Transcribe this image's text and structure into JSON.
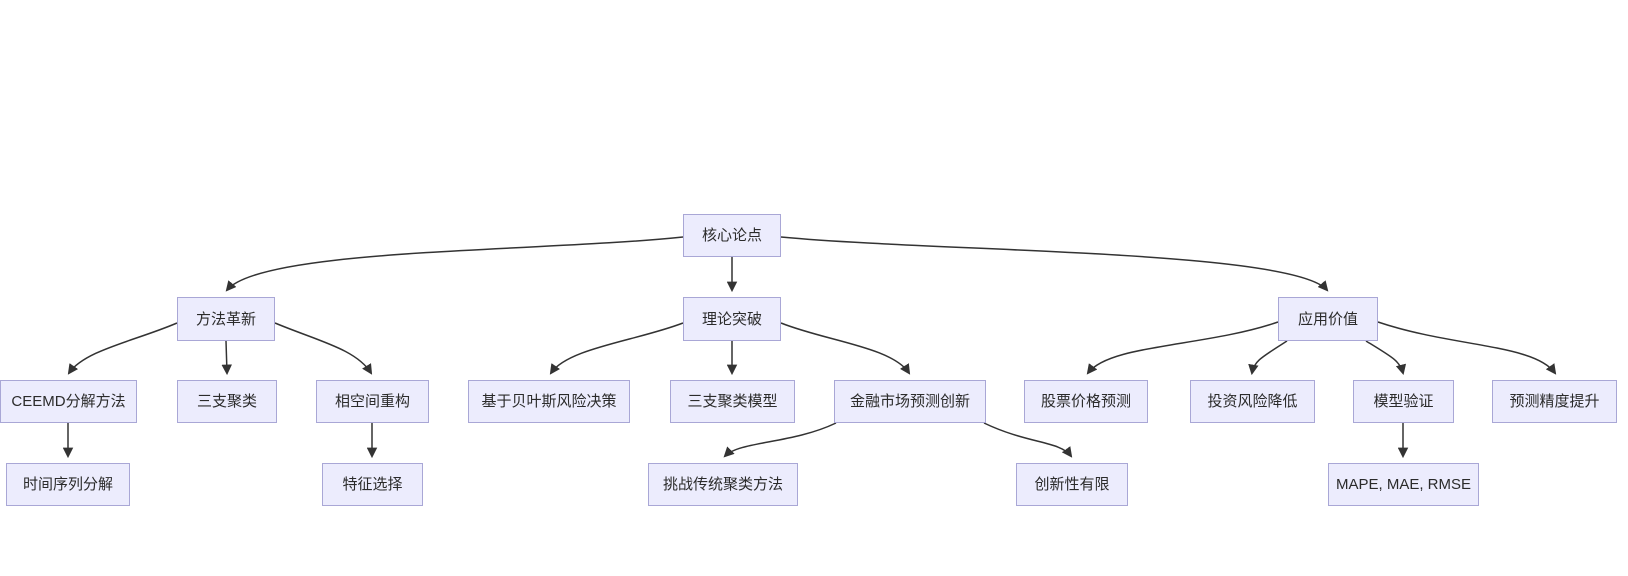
{
  "diagram": {
    "type": "flowchart",
    "direction": "top-down",
    "colors": {
      "node_fill": "#ececfd",
      "node_border": "#a9a7d6",
      "edge": "#333333",
      "text": "#2b2b2b",
      "background": "#ffffff"
    },
    "nodes": [
      {
        "id": "core",
        "label": "核心论点"
      },
      {
        "id": "method",
        "label": "方法革新"
      },
      {
        "id": "theory",
        "label": "理论突破"
      },
      {
        "id": "value",
        "label": "应用价值"
      },
      {
        "id": "ceemd",
        "label": "CEEMD分解方法"
      },
      {
        "id": "three_way",
        "label": "三支聚类"
      },
      {
        "id": "phase",
        "label": "相空间重构"
      },
      {
        "id": "bayes",
        "label": "基于贝叶斯风险决策"
      },
      {
        "id": "twc_model",
        "label": "三支聚类模型"
      },
      {
        "id": "fin_innov",
        "label": "金融市场预测创新"
      },
      {
        "id": "stock",
        "label": "股票价格预测"
      },
      {
        "id": "risk",
        "label": "投资风险降低"
      },
      {
        "id": "valid",
        "label": "模型验证"
      },
      {
        "id": "accuracy",
        "label": "预测精度提升"
      },
      {
        "id": "ts_decomp",
        "label": "时间序列分解"
      },
      {
        "id": "feat",
        "label": "特征选择"
      },
      {
        "id": "challenge",
        "label": "挑战传统聚类方法"
      },
      {
        "id": "limited",
        "label": "创新性有限"
      },
      {
        "id": "metrics",
        "label": "MAPE, MAE, RMSE"
      }
    ],
    "edges": [
      {
        "from": "core",
        "to": "method"
      },
      {
        "from": "core",
        "to": "theory"
      },
      {
        "from": "core",
        "to": "value"
      },
      {
        "from": "method",
        "to": "ceemd"
      },
      {
        "from": "method",
        "to": "three_way"
      },
      {
        "from": "method",
        "to": "phase"
      },
      {
        "from": "theory",
        "to": "bayes"
      },
      {
        "from": "theory",
        "to": "twc_model"
      },
      {
        "from": "theory",
        "to": "fin_innov"
      },
      {
        "from": "value",
        "to": "stock"
      },
      {
        "from": "value",
        "to": "risk"
      },
      {
        "from": "value",
        "to": "valid"
      },
      {
        "from": "value",
        "to": "accuracy"
      },
      {
        "from": "ceemd",
        "to": "ts_decomp"
      },
      {
        "from": "phase",
        "to": "feat"
      },
      {
        "from": "fin_innov",
        "to": "challenge"
      },
      {
        "from": "fin_innov",
        "to": "limited"
      },
      {
        "from": "valid",
        "to": "metrics"
      }
    ]
  }
}
